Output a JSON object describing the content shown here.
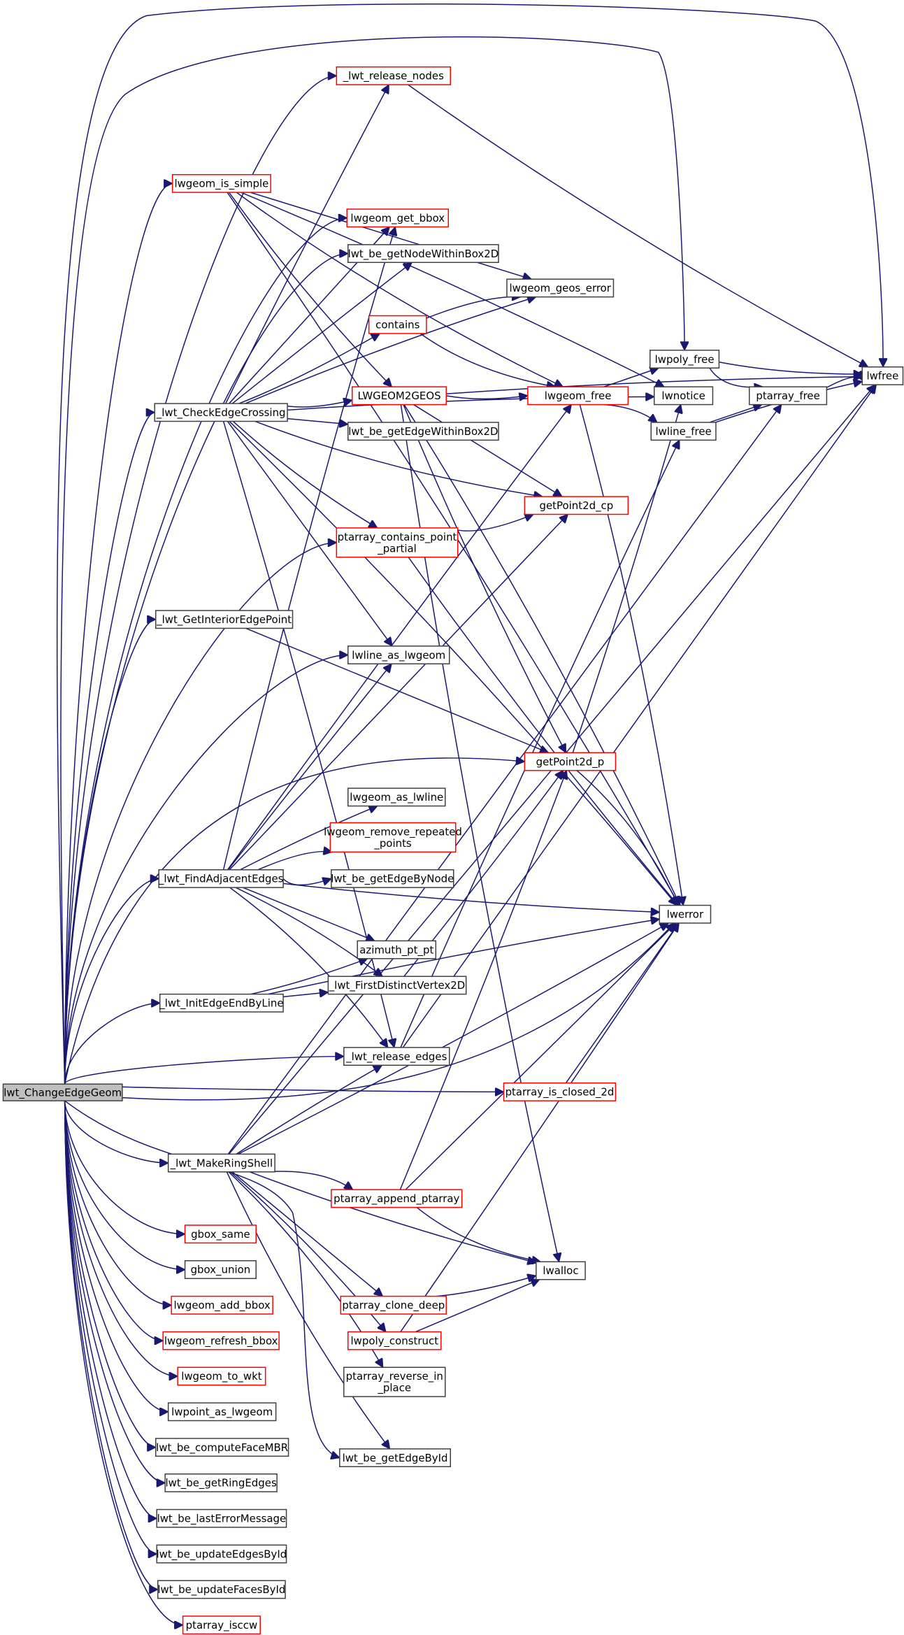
{
  "title": "Call graph of lwt_ChangeEdgeGeom",
  "colors": {
    "edge": "#191970",
    "root_fill": "#bfbfbf",
    "normal_border": "#404040",
    "truncated_border": "#ff0000",
    "background": "#ffffff"
  },
  "nodes": [
    {
      "id": "root",
      "lines": [
        "lwt_ChangeEdgeGeom"
      ],
      "kind": "root"
    },
    {
      "id": "release_nodes",
      "lines": [
        "_lwt_release_nodes"
      ],
      "kind": "truncated"
    },
    {
      "id": "is_simple",
      "lines": [
        "lwgeom_is_simple"
      ],
      "kind": "truncated"
    },
    {
      "id": "get_bbox",
      "lines": [
        "lwgeom_get_bbox"
      ],
      "kind": "truncated"
    },
    {
      "id": "getNodeWithinBox2D",
      "lines": [
        "lwt_be_getNodeWithinBox2D"
      ],
      "kind": "normal"
    },
    {
      "id": "geos_error",
      "lines": [
        "lwgeom_geos_error"
      ],
      "kind": "normal"
    },
    {
      "id": "contains",
      "lines": [
        "contains"
      ],
      "kind": "truncated"
    },
    {
      "id": "checkEdgeCrossing",
      "lines": [
        "_lwt_CheckEdgeCrossing"
      ],
      "kind": "normal"
    },
    {
      "id": "LWGEOM2GEOS",
      "lines": [
        "LWGEOM2GEOS"
      ],
      "kind": "truncated"
    },
    {
      "id": "lwgeom_free",
      "lines": [
        "lwgeom_free"
      ],
      "kind": "truncated"
    },
    {
      "id": "getEdgeWithinBox2D",
      "lines": [
        "lwt_be_getEdgeWithinBox2D"
      ],
      "kind": "normal"
    },
    {
      "id": "lwpoly_free",
      "lines": [
        "lwpoly_free"
      ],
      "kind": "normal"
    },
    {
      "id": "lwnotice",
      "lines": [
        "lwnotice"
      ],
      "kind": "normal"
    },
    {
      "id": "lwline_free",
      "lines": [
        "lwline_free"
      ],
      "kind": "normal"
    },
    {
      "id": "ptarray_free",
      "lines": [
        "ptarray_free"
      ],
      "kind": "normal"
    },
    {
      "id": "lwfree",
      "lines": [
        "lwfree"
      ],
      "kind": "normal"
    },
    {
      "id": "getPoint2d_cp",
      "lines": [
        "getPoint2d_cp"
      ],
      "kind": "truncated"
    },
    {
      "id": "ptarray_contains_point_partial",
      "lines": [
        "ptarray_contains_point",
        "_partial"
      ],
      "kind": "truncated"
    },
    {
      "id": "getInteriorEdgePoint",
      "lines": [
        "_lwt_GetInteriorEdgePoint"
      ],
      "kind": "normal"
    },
    {
      "id": "lwline_as_lwgeom",
      "lines": [
        "lwline_as_lwgeom"
      ],
      "kind": "normal"
    },
    {
      "id": "getPoint2d_p",
      "lines": [
        "getPoint2d_p"
      ],
      "kind": "truncated"
    },
    {
      "id": "lwgeom_as_lwline",
      "lines": [
        "lwgeom_as_lwline"
      ],
      "kind": "normal"
    },
    {
      "id": "remove_repeated",
      "lines": [
        "lwgeom_remove_repeated",
        "_points"
      ],
      "kind": "truncated"
    },
    {
      "id": "findAdjacentEdges",
      "lines": [
        "_lwt_FindAdjacentEdges"
      ],
      "kind": "normal"
    },
    {
      "id": "getEdgeByNode",
      "lines": [
        "lwt_be_getEdgeByNode"
      ],
      "kind": "normal"
    },
    {
      "id": "lwerror",
      "lines": [
        "lwerror"
      ],
      "kind": "normal"
    },
    {
      "id": "azimuth",
      "lines": [
        "azimuth_pt_pt"
      ],
      "kind": "normal"
    },
    {
      "id": "initEdgeEndByLine",
      "lines": [
        "_lwt_InitEdgeEndByLine"
      ],
      "kind": "normal"
    },
    {
      "id": "firstDistinctVertex",
      "lines": [
        "_lwt_FirstDistinctVertex2D"
      ],
      "kind": "normal"
    },
    {
      "id": "release_edges",
      "lines": [
        "_lwt_release_edges"
      ],
      "kind": "normal"
    },
    {
      "id": "is_closed_2d",
      "lines": [
        "ptarray_is_closed_2d"
      ],
      "kind": "truncated"
    },
    {
      "id": "makeRingShell",
      "lines": [
        "_lwt_MakeRingShell"
      ],
      "kind": "normal"
    },
    {
      "id": "append_ptarray",
      "lines": [
        "ptarray_append_ptarray"
      ],
      "kind": "truncated"
    },
    {
      "id": "gbox_same",
      "lines": [
        "gbox_same"
      ],
      "kind": "truncated"
    },
    {
      "id": "gbox_union",
      "lines": [
        "gbox_union"
      ],
      "kind": "normal"
    },
    {
      "id": "lwalloc",
      "lines": [
        "lwalloc"
      ],
      "kind": "normal"
    },
    {
      "id": "add_bbox",
      "lines": [
        "lwgeom_add_bbox"
      ],
      "kind": "truncated"
    },
    {
      "id": "clone_deep",
      "lines": [
        "ptarray_clone_deep"
      ],
      "kind": "truncated"
    },
    {
      "id": "refresh_bbox",
      "lines": [
        "lwgeom_refresh_bbox"
      ],
      "kind": "truncated"
    },
    {
      "id": "lwpoly_construct",
      "lines": [
        "lwpoly_construct"
      ],
      "kind": "truncated"
    },
    {
      "id": "to_wkt",
      "lines": [
        "lwgeom_to_wkt"
      ],
      "kind": "truncated"
    },
    {
      "id": "reverse_in_place",
      "lines": [
        "ptarray_reverse_in",
        "_place"
      ],
      "kind": "normal"
    },
    {
      "id": "lwpoint_as_lwgeom",
      "lines": [
        "lwpoint_as_lwgeom"
      ],
      "kind": "normal"
    },
    {
      "id": "computeFaceMBR",
      "lines": [
        "lwt_be_computeFaceMBR"
      ],
      "kind": "normal"
    },
    {
      "id": "getEdgeById",
      "lines": [
        "lwt_be_getEdgeById"
      ],
      "kind": "normal"
    },
    {
      "id": "getRingEdges",
      "lines": [
        "lwt_be_getRingEdges"
      ],
      "kind": "normal"
    },
    {
      "id": "lastErrorMessage",
      "lines": [
        "lwt_be_lastErrorMessage"
      ],
      "kind": "normal"
    },
    {
      "id": "updateEdgesById",
      "lines": [
        "lwt_be_updateEdgesById"
      ],
      "kind": "normal"
    },
    {
      "id": "updateFacesById",
      "lines": [
        "lwt_be_updateFacesById"
      ],
      "kind": "normal"
    },
    {
      "id": "isccw",
      "lines": [
        "ptarray_isccw"
      ],
      "kind": "truncated"
    }
  ],
  "edges": [
    [
      "root",
      "release_nodes"
    ],
    [
      "root",
      "is_simple"
    ],
    [
      "root",
      "get_bbox"
    ],
    [
      "root",
      "getNodeWithinBox2D"
    ],
    [
      "root",
      "checkEdgeCrossing"
    ],
    [
      "root",
      "ptarray_contains_point_partial"
    ],
    [
      "root",
      "getInteriorEdgePoint"
    ],
    [
      "root",
      "lwline_as_lwgeom"
    ],
    [
      "root",
      "getPoint2d_p"
    ],
    [
      "root",
      "findAdjacentEdges"
    ],
    [
      "root",
      "initEdgeEndByLine"
    ],
    [
      "root",
      "release_edges"
    ],
    [
      "root",
      "is_closed_2d"
    ],
    [
      "root",
      "makeRingShell"
    ],
    [
      "root",
      "gbox_same"
    ],
    [
      "root",
      "gbox_union"
    ],
    [
      "root",
      "add_bbox"
    ],
    [
      "root",
      "refresh_bbox"
    ],
    [
      "root",
      "to_wkt"
    ],
    [
      "root",
      "lwpoint_as_lwgeom"
    ],
    [
      "root",
      "computeFaceMBR"
    ],
    [
      "root",
      "getRingEdges"
    ],
    [
      "root",
      "lastErrorMessage"
    ],
    [
      "root",
      "updateEdgesById"
    ],
    [
      "root",
      "updateFacesById"
    ],
    [
      "root",
      "isccw"
    ],
    [
      "root",
      "lwfree"
    ],
    [
      "root",
      "lwerror"
    ],
    [
      "root",
      "lwpoly_free"
    ],
    [
      "root",
      "getEdgeById"
    ],
    [
      "release_nodes",
      "lwfree"
    ],
    [
      "is_simple",
      "LWGEOM2GEOS"
    ],
    [
      "is_simple",
      "geos_error"
    ],
    [
      "is_simple",
      "lwnotice"
    ],
    [
      "is_simple",
      "lwerror"
    ],
    [
      "is_simple",
      "lwgeom_free"
    ],
    [
      "checkEdgeCrossing",
      "release_nodes"
    ],
    [
      "checkEdgeCrossing",
      "get_bbox"
    ],
    [
      "checkEdgeCrossing",
      "getNodeWithinBox2D"
    ],
    [
      "checkEdgeCrossing",
      "geos_error"
    ],
    [
      "checkEdgeCrossing",
      "contains"
    ],
    [
      "checkEdgeCrossing",
      "LWGEOM2GEOS"
    ],
    [
      "checkEdgeCrossing",
      "getEdgeWithinBox2D"
    ],
    [
      "checkEdgeCrossing",
      "lwnotice"
    ],
    [
      "checkEdgeCrossing",
      "lwerror"
    ],
    [
      "checkEdgeCrossing",
      "getPoint2d_cp"
    ],
    [
      "checkEdgeCrossing",
      "ptarray_contains_point_partial"
    ],
    [
      "checkEdgeCrossing",
      "lwline_as_lwgeom"
    ],
    [
      "checkEdgeCrossing",
      "release_edges"
    ],
    [
      "contains",
      "geos_error"
    ],
    [
      "contains",
      "lwgeom_free"
    ],
    [
      "LWGEOM2GEOS",
      "lwgeom_free"
    ],
    [
      "LWGEOM2GEOS",
      "getPoint2d_cp"
    ],
    [
      "LWGEOM2GEOS",
      "lwfree"
    ],
    [
      "LWGEOM2GEOS",
      "lwerror"
    ],
    [
      "LWGEOM2GEOS",
      "lwalloc"
    ],
    [
      "LWGEOM2GEOS",
      "getPoint2d_p"
    ],
    [
      "lwgeom_free",
      "lwpoly_free"
    ],
    [
      "lwgeom_free",
      "lwline_free"
    ],
    [
      "lwgeom_free",
      "lwerror"
    ],
    [
      "lwpoly_free",
      "ptarray_free"
    ],
    [
      "lwpoly_free",
      "lwfree"
    ],
    [
      "lwline_free",
      "ptarray_free"
    ],
    [
      "lwline_free",
      "lwfree"
    ],
    [
      "ptarray_free",
      "lwfree"
    ],
    [
      "ptarray_contains_point_partial",
      "getPoint2d_cp"
    ],
    [
      "ptarray_contains_point_partial",
      "lwerror"
    ],
    [
      "getInteriorEdgePoint",
      "getPoint2d_p"
    ],
    [
      "getPoint2d_p",
      "lwnotice"
    ],
    [
      "getPoint2d_p",
      "lwerror"
    ],
    [
      "findAdjacentEdges",
      "get_bbox"
    ],
    [
      "findAdjacentEdges",
      "lwline_as_lwgeom"
    ],
    [
      "findAdjacentEdges",
      "getPoint2d_cp"
    ],
    [
      "findAdjacentEdges",
      "lwgeom_as_lwline"
    ],
    [
      "findAdjacentEdges",
      "remove_repeated"
    ],
    [
      "findAdjacentEdges",
      "getEdgeByNode"
    ],
    [
      "findAdjacentEdges",
      "lwerror"
    ],
    [
      "findAdjacentEdges",
      "azimuth"
    ],
    [
      "findAdjacentEdges",
      "firstDistinctVertex"
    ],
    [
      "findAdjacentEdges",
      "release_edges"
    ],
    [
      "findAdjacentEdges",
      "lwgeom_free"
    ],
    [
      "initEdgeEndByLine",
      "azimuth"
    ],
    [
      "initEdgeEndByLine",
      "firstDistinctVertex"
    ],
    [
      "initEdgeEndByLine",
      "lwerror"
    ],
    [
      "firstDistinctVertex",
      "getPoint2d_p"
    ],
    [
      "release_edges",
      "lwline_free"
    ],
    [
      "release_edges",
      "lwfree"
    ],
    [
      "is_closed_2d",
      "lwerror"
    ],
    [
      "makeRingShell",
      "release_edges"
    ],
    [
      "makeRingShell",
      "append_ptarray"
    ],
    [
      "makeRingShell",
      "lwerror"
    ],
    [
      "makeRingShell",
      "lwalloc"
    ],
    [
      "makeRingShell",
      "clone_deep"
    ],
    [
      "makeRingShell",
      "lwpoly_construct"
    ],
    [
      "makeRingShell",
      "reverse_in_place"
    ],
    [
      "makeRingShell",
      "getEdgeById"
    ],
    [
      "makeRingShell",
      "lwfree"
    ],
    [
      "makeRingShell",
      "ptarray_free"
    ],
    [
      "append_ptarray",
      "getPoint2d_p"
    ],
    [
      "append_ptarray",
      "lwerror"
    ],
    [
      "append_ptarray",
      "lwalloc"
    ],
    [
      "clone_deep",
      "lwalloc"
    ],
    [
      "lwpoly_construct",
      "lwalloc"
    ],
    [
      "lwpoly_construct",
      "lwerror"
    ]
  ]
}
